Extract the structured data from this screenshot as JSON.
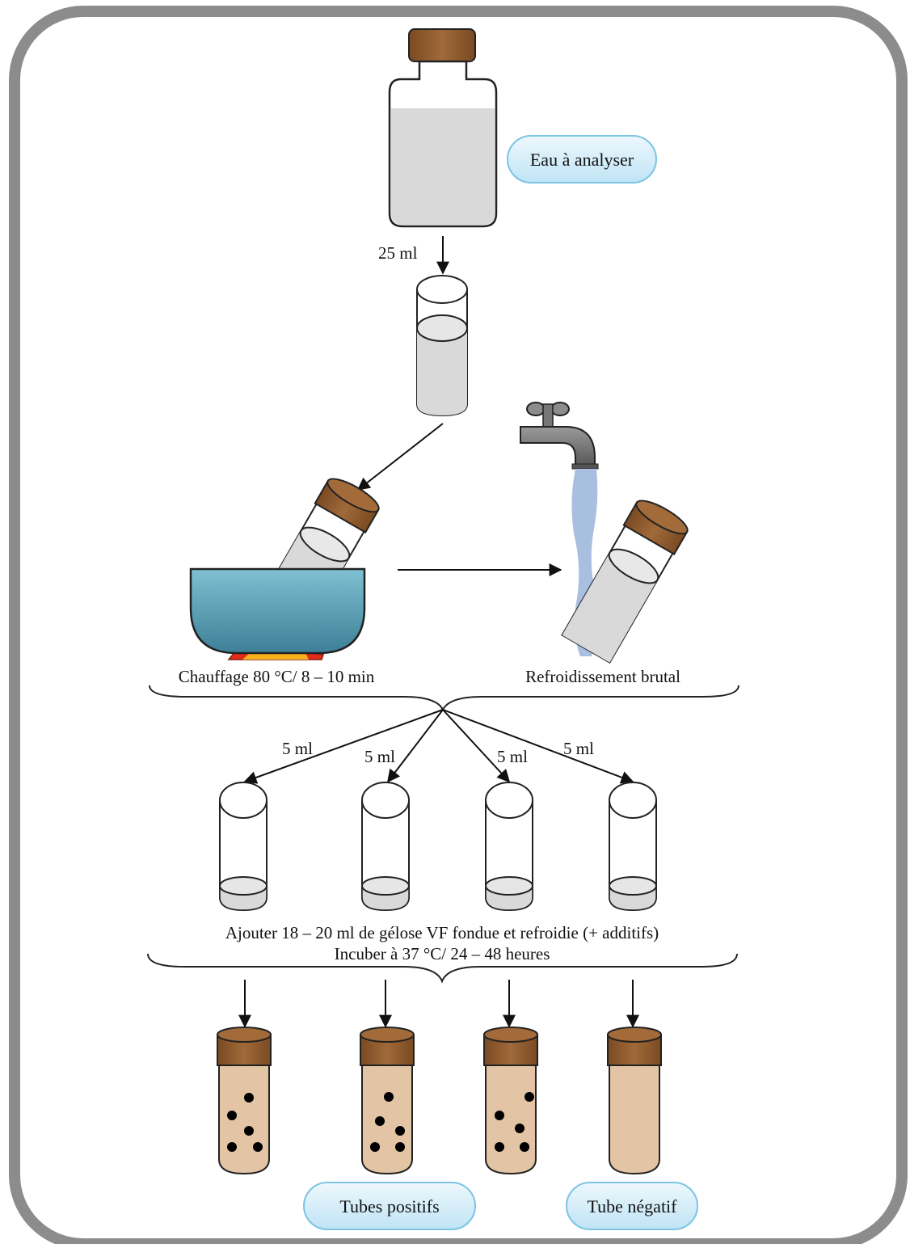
{
  "labels": {
    "sample": "Eau à analyser",
    "volume_25": "25 ml",
    "heating": "Chauffage 80 °C/ 8 – 10 min",
    "cooling": "Refroidissement brutal",
    "volume_5": [
      "5 ml",
      "5 ml",
      "5 ml",
      "5 ml"
    ],
    "add_agar": "Ajouter 18 – 20 ml de gélose VF fondue et refroidie (+ additifs)",
    "incubate": "Incuber à 37 °C/ 24 – 48 heures",
    "positive": "Tubes positifs",
    "negative": "Tube négatif"
  },
  "colors": {
    "frame": "#8c8c8c",
    "liquid": "#d9d9d9",
    "cap": "#8b5a2b",
    "water_bath": "#6fb0c4",
    "water_stream": "#a9bfe0",
    "agar": "#e3c4a4",
    "colony": "#000000",
    "pill_fill": "#d7eef8",
    "pill_stroke": "#7cc4e4"
  },
  "result_tubes": [
    {
      "status": "positive",
      "colonies": 5
    },
    {
      "status": "positive",
      "colonies": 5
    },
    {
      "status": "positive",
      "colonies": 5
    },
    {
      "status": "negative",
      "colonies": 0
    }
  ]
}
